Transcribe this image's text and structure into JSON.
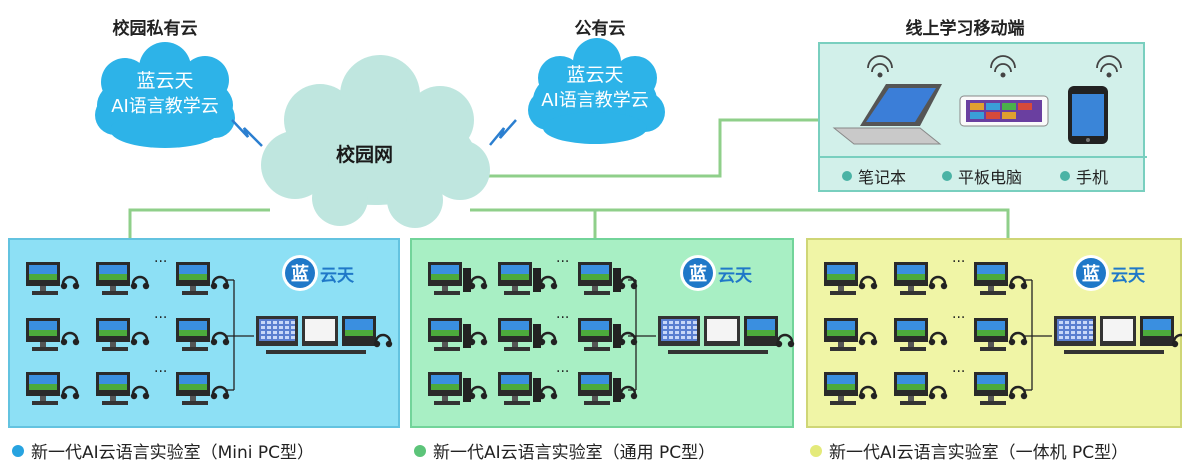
{
  "headings": {
    "private_cloud": "校园私有云",
    "public_cloud": "公有云",
    "mobile": "线上学习移动端"
  },
  "private_cloud": {
    "line1": "蓝云天",
    "line2": "AI语言教学云"
  },
  "public_cloud": {
    "line1": "蓝云天",
    "line2": "AI语言教学云"
  },
  "campus_network": "校园网",
  "mobile_devices": [
    {
      "label": "笔记本",
      "icon": "laptop-icon"
    },
    {
      "label": "平板电脑",
      "icon": "tablet-icon"
    },
    {
      "label": "手机",
      "icon": "phone-icon"
    }
  ],
  "ellipsis": "···",
  "logo": {
    "badge": "蓝",
    "text": "云天"
  },
  "labs": [
    {
      "caption": "新一代AI云语言实验室（Mini PC型）",
      "dot_color": "#27a3e0",
      "tower": false
    },
    {
      "caption": "新一代AI云语言实验室（通用 PC型）",
      "dot_color": "#5cc479",
      "tower": true
    },
    {
      "caption": "新一代AI云语言实验室（一体机 PC型）",
      "dot_color": "#e4ea7a",
      "tower": false
    }
  ],
  "colors": {
    "cloud_blue": "#2db3e8",
    "campus_cloud": "#bfe6df",
    "connector_green": "#8fcf8a",
    "wireless_blue": "#2b7fd0"
  }
}
